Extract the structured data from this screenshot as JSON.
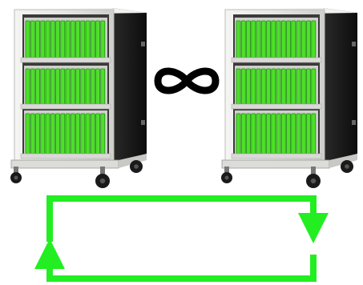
{
  "colors": {
    "background": "#ffffff",
    "cart_body": "#151515",
    "cart_frame": "#e8e8e6",
    "cart_shelf": "#d9d9d6",
    "device_green": "#4ee02a",
    "device_green_dark": "#1f8f12",
    "infinity": "#000000",
    "loop_arrow": "#22ee22",
    "caster": "#1a1a1a"
  },
  "objects": {
    "left_cart": {
      "icon": "charging-cart",
      "shelves": 3
    },
    "right_cart": {
      "icon": "charging-cart",
      "shelves": 3
    },
    "infinity_symbol": {
      "icon": "infinity-icon"
    },
    "cycle_arrows": {
      "icon": "loop-arrows",
      "directions": [
        "down",
        "up"
      ]
    }
  }
}
